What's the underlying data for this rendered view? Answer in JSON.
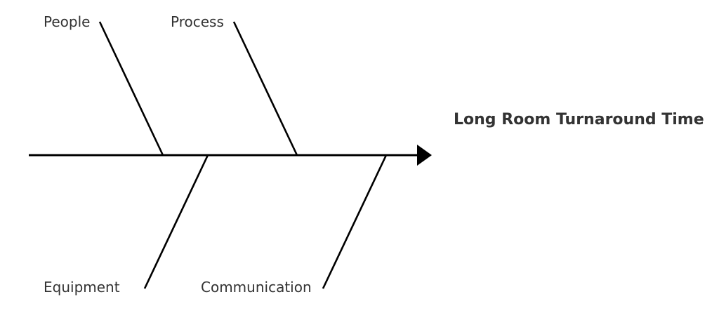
{
  "diagram": {
    "type": "fishbone",
    "effect": "Long Room Turnaround Time",
    "categories": {
      "top": [
        "People",
        "Process"
      ],
      "bottom": [
        "Equipment",
        "Communication"
      ]
    }
  }
}
